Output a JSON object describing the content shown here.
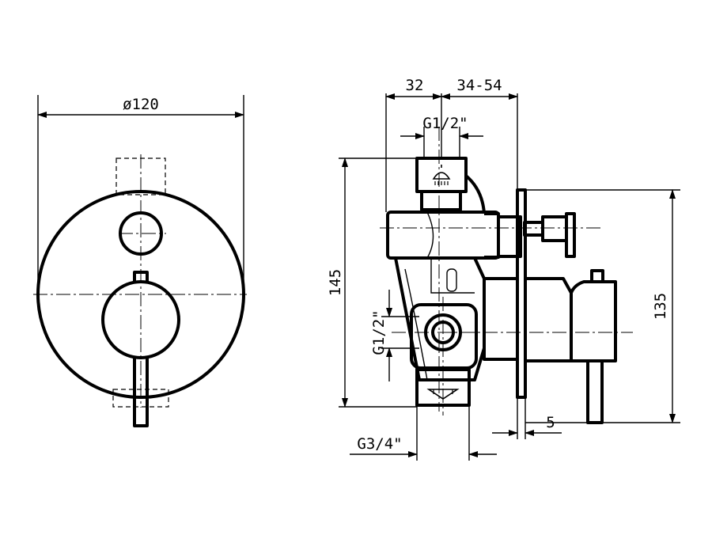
{
  "dimensions": {
    "plate_diameter": "ø120",
    "width_32": "32",
    "width_34_54": "34-54",
    "thread_top": "G1/2\"",
    "thread_side": "G1/2\"",
    "thread_bottom": "G3/4\"",
    "height_145": "145",
    "height_135": "135",
    "thickness_5": "5"
  },
  "icons": [
    "shower-symbol-icon",
    "bath-spout-symbol-icon"
  ]
}
